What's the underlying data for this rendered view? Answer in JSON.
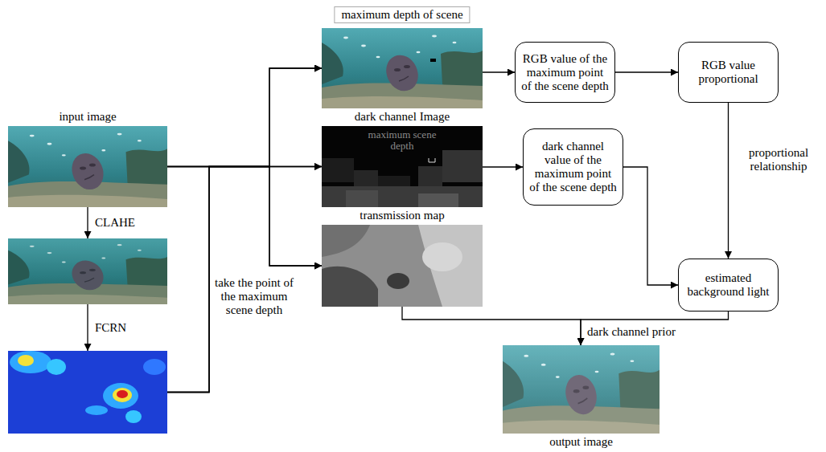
{
  "diagram": {
    "nodes": [
      {
        "text": [
          "input image"
        ]
      },
      {
        "text": []
      },
      {
        "text": []
      },
      {
        "text": [
          "maximum depth of scene",
          "dark channel Image"
        ]
      },
      {
        "text": [
          "maximum scene depth",
          "transmission map"
        ]
      },
      {
        "text": []
      },
      {
        "text": [
          "RGB value of the maximum point of the scene depth"
        ]
      },
      {
        "text": [
          "RGB value proportional"
        ]
      },
      {
        "text": [
          "dark channel value of the maximum point of the scene depth"
        ]
      },
      {
        "text": [
          "estimated background light"
        ]
      },
      {
        "text": [
          "output image"
        ]
      }
    ],
    "edges": [
      {
        "from": 0,
        "to": 1,
        "arrow": "to",
        "label": "CLAHE"
      },
      {
        "from": 1,
        "to": 2,
        "arrow": "to",
        "label": "FCRN"
      },
      {
        "from": 0,
        "to": 3,
        "arrow": "to"
      },
      {
        "from": 0,
        "to": 4,
        "arrow": "to"
      },
      {
        "from": 0,
        "to": 5,
        "arrow": "to"
      },
      {
        "from": 2,
        "to": 3,
        "arrow": "to"
      },
      {
        "from": 2,
        "to": 4,
        "arrow": "to",
        "label": "take the point of the maximum scene depth"
      },
      {
        "from": 2,
        "to": 5,
        "arrow": "to"
      },
      {
        "from": 3,
        "to": 6,
        "arrow": "to"
      },
      {
        "from": 6,
        "to": 7,
        "arrow": "to"
      },
      {
        "from": 7,
        "to": 9,
        "arrow": "to",
        "label": "proportional relationship"
      },
      {
        "from": 4,
        "to": 8,
        "arrow": "to"
      },
      {
        "from": 8,
        "to": 9,
        "arrow": "to"
      },
      {
        "from": 5,
        "to": 10,
        "arrow": "to",
        "label": "dark channel prior"
      },
      {
        "from": 9,
        "to": 10,
        "arrow": "to"
      }
    ]
  }
}
